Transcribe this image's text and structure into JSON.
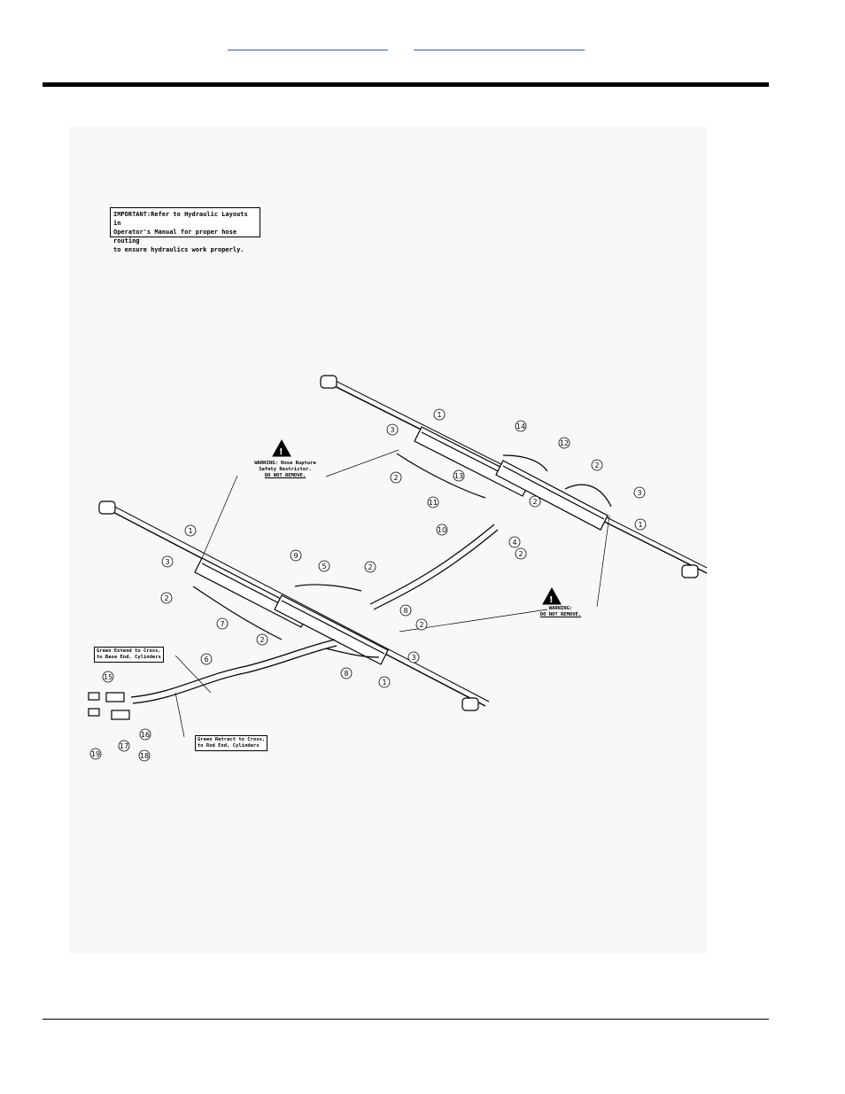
{
  "header": {
    "links": [
      "",
      ""
    ]
  },
  "drawing": {
    "note": {
      "line1": "IMPORTANT:Refer to Hydraulic Layouts in",
      "line2": "Operator's Manual for proper hose routing",
      "line3": "to ensure hydraulics work properly."
    },
    "warning_upper": {
      "line1": "WARNING: Hose Rupture",
      "line2": "Safety Restrictor.",
      "line3": "DO NOT REMOVE."
    },
    "warning_lower": {
      "line1": "WARNING:",
      "line2": "DO NOT REMOVE."
    },
    "label_extend": {
      "line1": "Green Extend to Cross,",
      "line2": "to Base End, Cylinders"
    },
    "label_retract": {
      "line1": "Green Retract to Cross,",
      "line2": "to Rod End, Cylinders"
    },
    "balloons": [
      "1",
      "3",
      "2",
      "14",
      "12",
      "2",
      "3",
      "1",
      "2",
      "11",
      "13",
      "2",
      "4",
      "10",
      "1",
      "3",
      "2",
      "9",
      "5",
      "2",
      "7",
      "2",
      "8",
      "2",
      "3",
      "1",
      "6",
      "8",
      "15",
      "16",
      "17",
      "18",
      "19"
    ]
  },
  "colors": {
    "link": "#3355cc",
    "rule": "#000000",
    "panel": "#f8f8fa"
  }
}
